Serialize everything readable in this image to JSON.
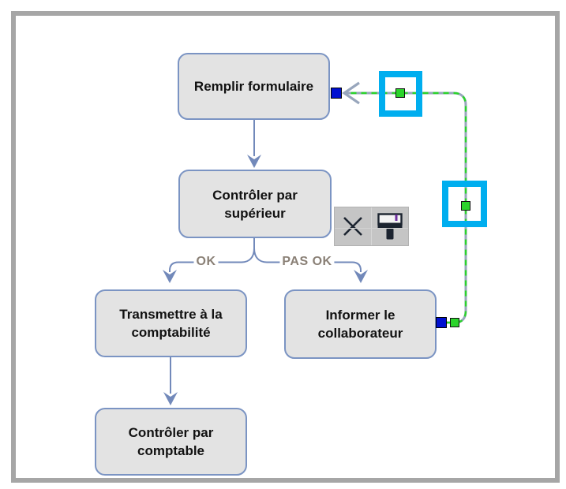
{
  "colors": {
    "frame-border": "#a6a6a6",
    "node-fill": "#e3e3e3",
    "node-border": "#7b94c3",
    "node-text": "#111111",
    "connector": "#7289ba",
    "edge-base": "#98a6bc",
    "selection-green": "#2bd42b",
    "dock-blue": "#0010d0",
    "highlight-cyan": "#00aeef",
    "toolbar-bg": "#c5c5c5",
    "toolbar-icon": "#1c2430",
    "brush-accent": "#7030a0",
    "branch-label-text": "#8a8076"
  },
  "nodes": [
    {
      "id": "remplir-formulaire",
      "label": "Remplir formulaire"
    },
    {
      "id": "controler-superieur",
      "label": "Contrôler par\nsupérieur"
    },
    {
      "id": "transmettre-comptabilite",
      "label": "Transmettre à la\ncomptabilité"
    },
    {
      "id": "informer-collaborateur",
      "label": "Informer le\ncollaborateur"
    },
    {
      "id": "controler-comptable",
      "label": "Contrôler par\ncomptable"
    }
  ],
  "edges": {
    "branch_labels": [
      {
        "text": "OK"
      },
      {
        "text": "PAS OK"
      }
    ],
    "loop": {
      "from": "informer-collaborateur",
      "to": "remplir-formulaire",
      "state": "selected"
    }
  },
  "toolbar": {
    "buttons": [
      {
        "name": "delete",
        "icon": "close-icon"
      },
      {
        "name": "format-paint",
        "icon": "paint-brush-icon"
      }
    ]
  }
}
